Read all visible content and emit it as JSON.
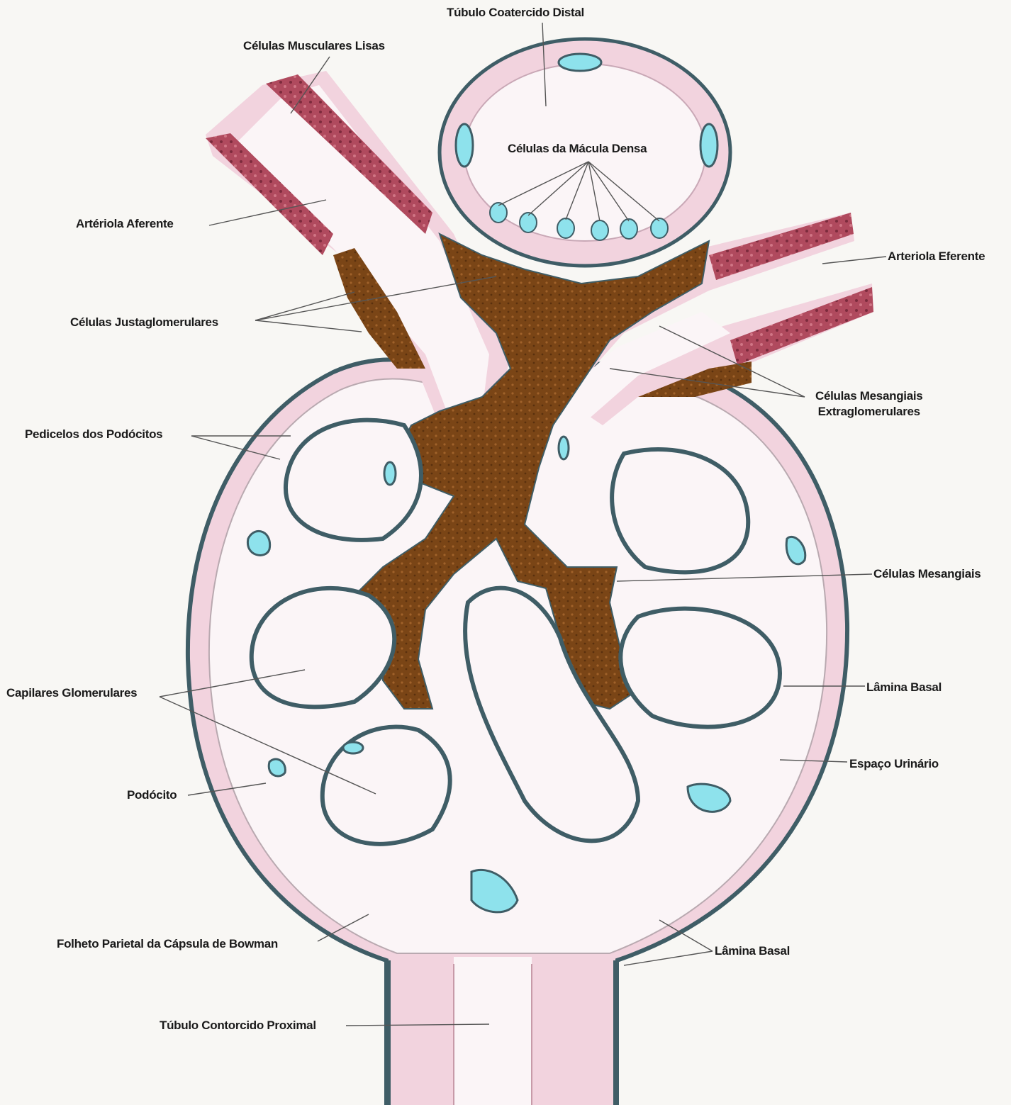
{
  "labels": {
    "dct": "Túbulo Coatercido Distal",
    "smooth_muscle": "Células Musculares Lisas",
    "macula_densa": "Células da Mácula Densa",
    "afferent": "Artériola Aferente",
    "efferent": "Arteriola Eferente",
    "juxtaglomerular": "Células Justaglomerulares",
    "extraglomerular_1": "Células Mesangiais",
    "extraglomerular_2": "Extraglomerulares",
    "pedicels": "Pedicelos dos Podócitos",
    "mesangial": "Células Mesangiais",
    "capillaries": "Capilares Glomerulares",
    "basal_lamina_right": "Lâmina Basal",
    "urinary_space": "Espaço Urinário",
    "podocyte": "Podócito",
    "parietal_layer": "Folheto Parietal da Cápsula de Bowman",
    "basal_lamina_bottom": "Lâmina Basal",
    "pct": "Túbulo Contorcido Proximal"
  },
  "colors": {
    "background": "#f8f7f4",
    "cytoplasm_pink": "#f2d3de",
    "capsule_line": "#3f5d66",
    "mesangial_brown": "#7a4516",
    "smooth_muscle_red": "#b04a5e",
    "nucleus_cyan": "#8ee2ec",
    "leader_line": "#555555"
  }
}
